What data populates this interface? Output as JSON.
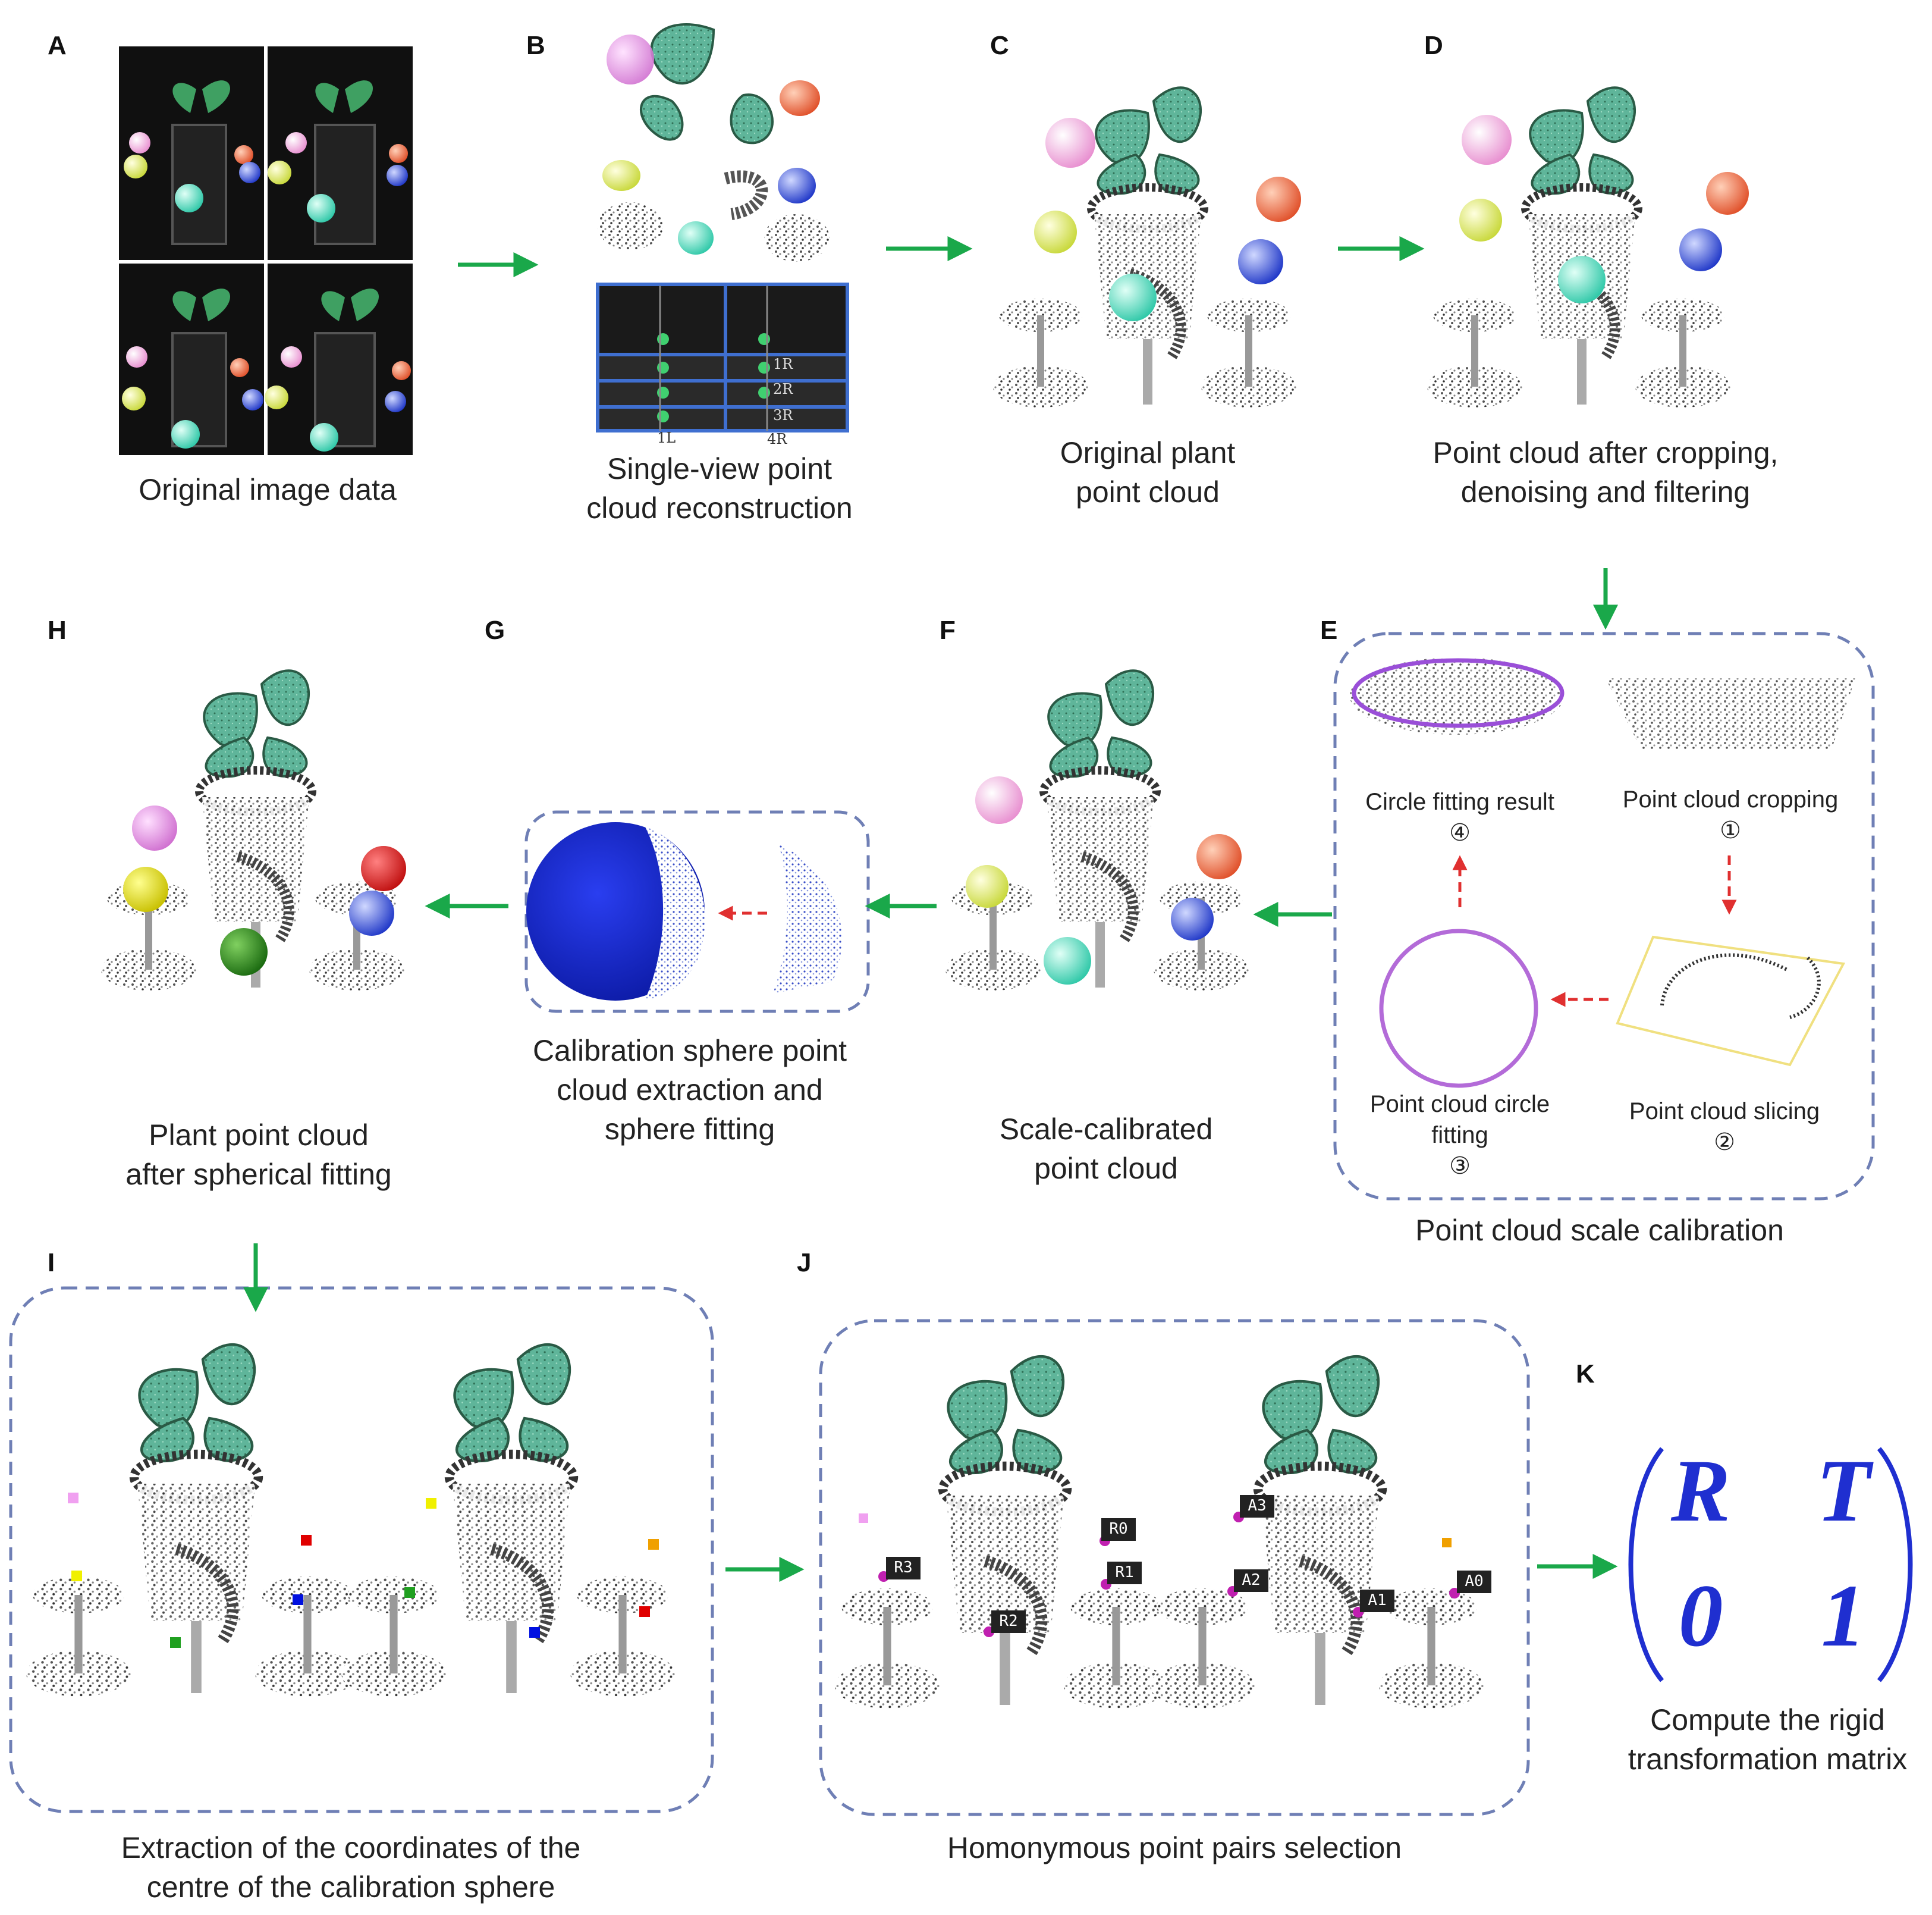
{
  "panels": {
    "A": {
      "label": "A",
      "caption": [
        "Original image data"
      ]
    },
    "B": {
      "label": "B",
      "caption": [
        "Single-view point",
        "cloud reconstruction"
      ],
      "tags": [
        "1R",
        "2R",
        "3R",
        "4R",
        "1L"
      ]
    },
    "C": {
      "label": "C",
      "caption": [
        "Original plant",
        "point cloud"
      ]
    },
    "D": {
      "label": "D",
      "caption": [
        "Point cloud after cropping,",
        "denoising and filtering"
      ]
    },
    "E": {
      "label": "E",
      "caption": [
        "Point cloud scale calibration"
      ],
      "steps": {
        "fit_result": [
          "Circle fitting result",
          "④"
        ],
        "cropping": [
          "Point cloud cropping",
          "①"
        ],
        "circle_fit": [
          "Point cloud circle",
          "fitting",
          "③"
        ],
        "slicing": [
          "Point cloud slicing",
          "②"
        ]
      }
    },
    "F": {
      "label": "F",
      "caption": [
        "Scale-calibrated",
        "point cloud"
      ]
    },
    "G": {
      "label": "G",
      "caption": [
        "Calibration sphere point",
        "cloud extraction and",
        "sphere fitting"
      ]
    },
    "H": {
      "label": "H",
      "caption": [
        "Plant point cloud",
        "after spherical fitting"
      ]
    },
    "I": {
      "label": "I",
      "caption": [
        "Extraction of the coordinates of the",
        "centre of the calibration sphere"
      ]
    },
    "J": {
      "label": "J",
      "caption": [
        "Homonymous point pairs selection"
      ],
      "markers": [
        "R3",
        "R2",
        "R0",
        "R1",
        "A3",
        "A2",
        "A1",
        "A0"
      ]
    },
    "K": {
      "label": "K",
      "caption": [
        "Compute the rigid",
        "transformation matrix"
      ],
      "matrix": [
        "R",
        "T",
        "0",
        "1"
      ]
    }
  },
  "colors": {
    "flow_arrow": "#1aa84a",
    "step_arrow": "#e03030",
    "dashed_box": "#6f7fb5",
    "matrix_text": "#1f2fd0",
    "sphere_blue": "#0a1fbf",
    "ball_pink": "#f2b8e0",
    "ball_yellow": "#e6f06a",
    "ball_cyan": "#4fe0c0",
    "ball_orange": "#f06a3a",
    "ball_blue": "#3050e0",
    "leaf_green": "#4fa88a",
    "point_gray": "#6a6a60",
    "marker_purple": "#c020b0"
  }
}
